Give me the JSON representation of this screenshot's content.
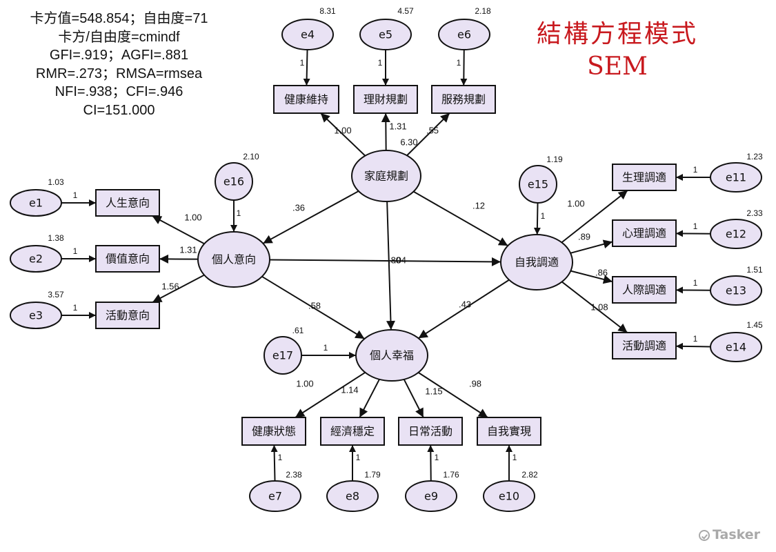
{
  "fit_indices": [
    "卡方值=548.854；自由度=71",
    "卡方/自由度=cmindf",
    "GFI=.919；AGFI=.881",
    "RMR=.273；RMSA=rmsea",
    "NFI=.938；CFI=.946",
    "CI=151.000"
  ],
  "title": {
    "line1": "結構方程模式",
    "line2": "SEM"
  },
  "watermark": "Tasker",
  "colors": {
    "fill": "#e9e2f4",
    "stroke": "#111111",
    "title": "#c8191e",
    "watermark": "#a9a9a9"
  },
  "latents": [
    {
      "id": "family",
      "label": "家庭規劃"
    },
    {
      "id": "personal",
      "label": "個人意向"
    },
    {
      "id": "self",
      "label": "自我調適"
    },
    {
      "id": "happy",
      "label": "個人幸福"
    }
  ],
  "indicators": [
    {
      "id": "health_keep",
      "label": "健康維持"
    },
    {
      "id": "finance",
      "label": "理財規劃"
    },
    {
      "id": "service",
      "label": "服務規劃"
    },
    {
      "id": "life_intent",
      "label": "人生意向"
    },
    {
      "id": "value_intent",
      "label": "價值意向"
    },
    {
      "id": "activity_intent",
      "label": "活動意向"
    },
    {
      "id": "physio",
      "label": "生理調適"
    },
    {
      "id": "psych",
      "label": "心理調適"
    },
    {
      "id": "social",
      "label": "人際調適"
    },
    {
      "id": "activity_adj",
      "label": "活動調適"
    },
    {
      "id": "health_state",
      "label": "健康狀態"
    },
    {
      "id": "econ",
      "label": "經濟穩定"
    },
    {
      "id": "daily",
      "label": "日常活動"
    },
    {
      "id": "selfreal",
      "label": "自我實現"
    }
  ],
  "errors": [
    {
      "id": "e1",
      "label": "e1",
      "variance": "1.03"
    },
    {
      "id": "e2",
      "label": "e2",
      "variance": "1.38"
    },
    {
      "id": "e3",
      "label": "e3",
      "variance": "3.57"
    },
    {
      "id": "e4",
      "label": "e4",
      "variance": "8.31"
    },
    {
      "id": "e5",
      "label": "e5",
      "variance": "4.57"
    },
    {
      "id": "e6",
      "label": "e6",
      "variance": "2.18"
    },
    {
      "id": "e7",
      "label": "e7",
      "variance": "2.38"
    },
    {
      "id": "e8",
      "label": "e8",
      "variance": "1.79"
    },
    {
      "id": "e9",
      "label": "e9",
      "variance": "1.76"
    },
    {
      "id": "e10",
      "label": "e10",
      "variance": "2.82"
    },
    {
      "id": "e11",
      "label": "e11",
      "variance": "1.23"
    },
    {
      "id": "e12",
      "label": "e12",
      "variance": "2.33"
    },
    {
      "id": "e13",
      "label": "e13",
      "variance": "1.51"
    },
    {
      "id": "e14",
      "label": "e14",
      "variance": "1.45"
    },
    {
      "id": "e15",
      "label": "e15",
      "variance": "1.19"
    },
    {
      "id": "e16",
      "label": "e16",
      "variance": "2.10"
    },
    {
      "id": "e17",
      "label": "e17",
      "variance": ".61"
    }
  ],
  "family_variance": "6.30",
  "paths": [
    {
      "from": "family",
      "to": "health_keep",
      "label": "1.00"
    },
    {
      "from": "family",
      "to": "finance",
      "label": "1.31"
    },
    {
      "from": "family",
      "to": "service",
      "label": ".55"
    },
    {
      "from": "family",
      "to": "personal",
      "label": ".36"
    },
    {
      "from": "family",
      "to": "self",
      "label": ".12"
    },
    {
      "from": "family",
      "to": "happy",
      "label": ".80"
    },
    {
      "from": "personal",
      "to": "life_intent",
      "label": "1.00"
    },
    {
      "from": "personal",
      "to": "value_intent",
      "label": "1.31"
    },
    {
      "from": "personal",
      "to": "activity_intent",
      "label": "1.56"
    },
    {
      "from": "personal",
      "to": "self",
      "label": ".04"
    },
    {
      "from": "personal",
      "to": "happy",
      "label": ".58"
    },
    {
      "from": "self",
      "to": "physio",
      "label": "1.00"
    },
    {
      "from": "self",
      "to": "psych",
      "label": ".89"
    },
    {
      "from": "self",
      "to": "social",
      "label": ".86"
    },
    {
      "from": "self",
      "to": "activity_adj",
      "label": "1.08"
    },
    {
      "from": "self",
      "to": "happy",
      "label": ".43"
    },
    {
      "from": "happy",
      "to": "health_state",
      "label": "1.00"
    },
    {
      "from": "happy",
      "to": "econ",
      "label": "1.14"
    },
    {
      "from": "happy",
      "to": "daily",
      "label": "1.15"
    },
    {
      "from": "happy",
      "to": "selfreal",
      "label": ".98"
    }
  ],
  "error_paths": [
    {
      "from": "e1",
      "to": "life_intent",
      "label": "1"
    },
    {
      "from": "e2",
      "to": "value_intent",
      "label": "1"
    },
    {
      "from": "e3",
      "to": "activity_intent",
      "label": "1"
    },
    {
      "from": "e4",
      "to": "health_keep",
      "label": "1"
    },
    {
      "from": "e5",
      "to": "finance",
      "label": "1"
    },
    {
      "from": "e6",
      "to": "service",
      "label": "1"
    },
    {
      "from": "e7",
      "to": "health_state",
      "label": "1"
    },
    {
      "from": "e8",
      "to": "econ",
      "label": "1"
    },
    {
      "from": "e9",
      "to": "daily",
      "label": "1"
    },
    {
      "from": "e10",
      "to": "selfreal",
      "label": "1"
    },
    {
      "from": "e11",
      "to": "physio",
      "label": "1"
    },
    {
      "from": "e12",
      "to": "psych",
      "label": "1"
    },
    {
      "from": "e13",
      "to": "social",
      "label": "1"
    },
    {
      "from": "e14",
      "to": "activity_adj",
      "label": "1"
    },
    {
      "from": "e15",
      "to": "self",
      "label": "1"
    },
    {
      "from": "e16",
      "to": "personal",
      "label": "1"
    },
    {
      "from": "e17",
      "to": "happy",
      "label": "1"
    }
  ]
}
